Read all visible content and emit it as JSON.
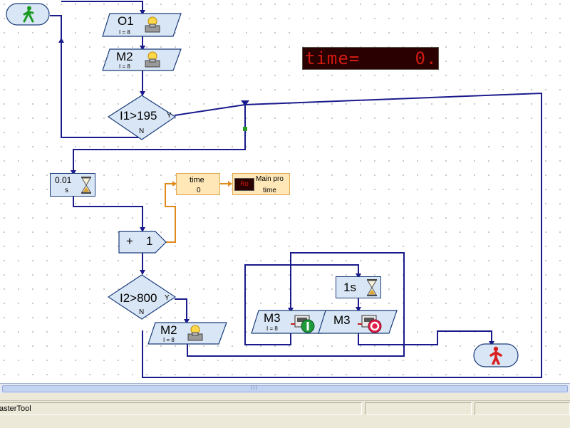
{
  "flowchart": {
    "blocks": {
      "o1": {
        "name": "O1",
        "param": "I = 8"
      },
      "m2_top": {
        "name": "M2",
        "param": "I = 8"
      },
      "branch1": {
        "condition": "I1>195",
        "yes": "Y",
        "no": "N"
      },
      "wait1": {
        "value": "0.01",
        "unit": "s"
      },
      "var_time": {
        "name": "time",
        "value": "0"
      },
      "display": {
        "title": "Main pro",
        "var": "time",
        "icon_text": "Ro"
      },
      "increment": {
        "op": "+",
        "value": "1"
      },
      "branch2": {
        "condition": "I2>800",
        "yes": "Y",
        "no": "N"
      },
      "m2_bottom": {
        "name": "M2",
        "param": "I = 8"
      },
      "wait2": {
        "value": "1s"
      },
      "m3_left": {
        "name": "M3",
        "param": "I = 8"
      },
      "m3_right": {
        "name": "M3"
      }
    },
    "led_display": "time=     0.",
    "icons": {
      "start": "green-walking-man-icon",
      "stop": "red-standing-man-icon",
      "lamp": "lamp-output-icon",
      "motor": "motor-icon",
      "hourglass": "hourglass-icon",
      "motor_on": "green-on-icon",
      "motor_off": "red-stop-icon"
    },
    "colors": {
      "wire": "#1a1a8c",
      "var_wire": "#e08a1c",
      "block_fill": "#d9e6f5",
      "led_text": "#d01a10"
    }
  },
  "statusbar": {
    "text": "asterTool"
  }
}
